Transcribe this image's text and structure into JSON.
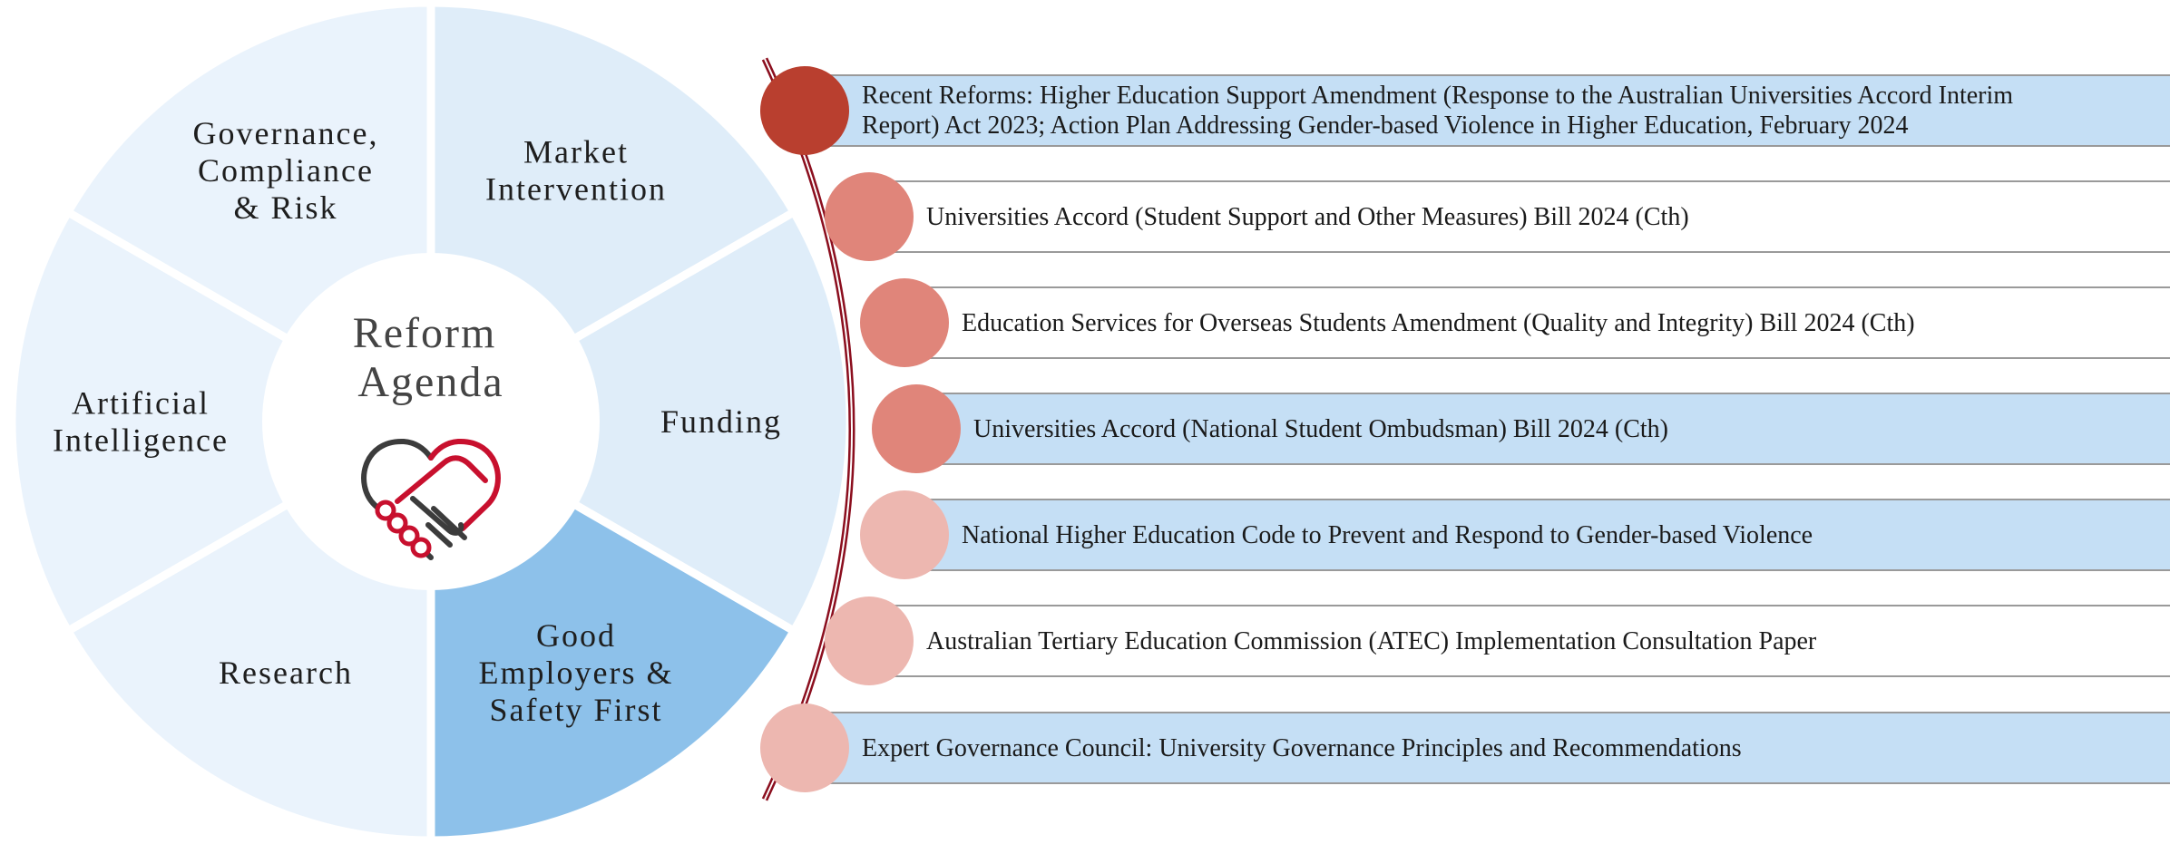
{
  "wheel": {
    "segments": [
      {
        "name": "market",
        "lines": [
          "Market",
          "Intervention"
        ],
        "color": "#dfedf9"
      },
      {
        "name": "funding",
        "lines": [
          "Funding"
        ],
        "color": "#dfedf9"
      },
      {
        "name": "good-employers",
        "lines": [
          "Good",
          "Employers &",
          "Safety First"
        ],
        "color": "#8dc1ea"
      },
      {
        "name": "research",
        "lines": [
          "Research"
        ],
        "color": "#eaf3fc"
      },
      {
        "name": "ai",
        "lines": [
          "Artificial",
          "Intelligence"
        ],
        "color": "#eaf3fc"
      },
      {
        "name": "governance",
        "lines": [
          "Governance,",
          "Compliance",
          "& Risk"
        ],
        "color": "#eaf3fc"
      }
    ],
    "center_lines": [
      "Reform",
      "Agenda"
    ],
    "icon": "handshake-heart-icon"
  },
  "timeline": {
    "items": [
      {
        "lines": [
          "Recent Reforms: Higher Education Support Amendment (Response to the Australian Universities Accord Interim",
          "Report) Act 2023; Action Plan Addressing Gender-based Violence in Higher Education, February 2024"
        ],
        "fill": "blue",
        "dot_color": "#b93f2f"
      },
      {
        "lines": [
          "Universities Accord (Student Support and Other Measures) Bill 2024 (Cth)"
        ],
        "fill": "white",
        "dot_color": "#e0857a"
      },
      {
        "lines": [
          "Education Services for Overseas Students Amendment (Quality and Integrity) Bill 2024 (Cth)"
        ],
        "fill": "white",
        "dot_color": "#e0857a"
      },
      {
        "lines": [
          "Universities Accord (National Student Ombudsman) Bill 2024 (Cth)"
        ],
        "fill": "blue",
        "dot_color": "#e0857a"
      },
      {
        "lines": [
          "National Higher Education Code to Prevent and Respond to Gender-based Violence"
        ],
        "fill": "blue",
        "dot_color": "#edb7b0"
      },
      {
        "lines": [
          "Australian Tertiary Education Commission (ATEC) Implementation Consultation Paper"
        ],
        "fill": "white",
        "dot_color": "#edb7b0"
      },
      {
        "lines": [
          "Expert Governance Council: University Governance Principles and Recommendations"
        ],
        "fill": "blue",
        "dot_color": "#edb7b0"
      }
    ]
  }
}
